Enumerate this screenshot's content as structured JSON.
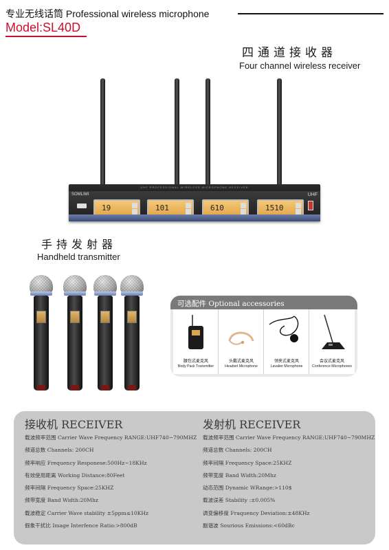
{
  "header": {
    "title": "专业无线话筒 Professional wireless microphone",
    "model": "Model:SL40D"
  },
  "receiver_section": {
    "title_cn": "四通道接收器",
    "title_en": "Four channel wireless receiver",
    "brand": "SOMLIMI",
    "band_mark": "UHF",
    "top_strip": "UHF PROFESSIONAL WIRELESS MICROPHONE RECEIVER",
    "channels": [
      "19",
      "101",
      "610",
      "1510"
    ]
  },
  "transmitter_section": {
    "title_cn": "手持发射器",
    "title_en": "Handheld transmitter"
  },
  "accessories": {
    "title": "可选配件 Optional accessories",
    "items": [
      {
        "cn": "腰包式麦克风",
        "en": "Body Pack Transmitter",
        "icon": "bodypack-icon"
      },
      {
        "cn": "头戴式麦克风",
        "en": "Headset Microphone",
        "icon": "headset-icon"
      },
      {
        "cn": "领夹式麦克风",
        "en": "Lavalier Microphone",
        "icon": "lavalier-icon"
      },
      {
        "cn": "会议式麦克风",
        "en": "Conference Microphones",
        "icon": "gooseneck-icon"
      }
    ]
  },
  "specs": {
    "receiver": {
      "heading": "接收机 RECEIVER",
      "lines": [
        "载波频率范围 Carrier Wave Frequency RANGE:UHF740~790MHZ",
        "频道总数 Channels: 200CH",
        "频率响应 Frequency Responese:500Hz~18KHz",
        "有效使用距离 Working Distance:80Feet",
        "频率间隔 Frequency Space:25KHZ",
        "频带宽度 Band Width:20Mhz",
        "载波稳定 Carrier Wave stability ±5ppm≤10KHz",
        "假象干扰比 Image Interfence Ratio:>800dB"
      ]
    },
    "transmitter": {
      "heading": "发射机 RECEIVER",
      "lines": [
        "载波频率范围 Carrier Wave Frequency RANGE:UHF740~790MHZ",
        "频道总数 Channels: 200CH",
        "频率间隔 Frequency Space:25KHZ",
        "频带宽度 Band Width:20Mhz",
        "动态范围 Dynamic WRange:>110$",
        "载波误差 Stability :±0.005%",
        "调变偏移度 Fraquency Deviation:±48KHz",
        "副谐波 Sourious Emissions:<60dBc"
      ]
    }
  },
  "colors": {
    "model_red": "#c8102e",
    "panel_gray": "#c9c9c9",
    "accessory_header": "#7a7a7a",
    "lcd_amber": "#e3a94c"
  }
}
